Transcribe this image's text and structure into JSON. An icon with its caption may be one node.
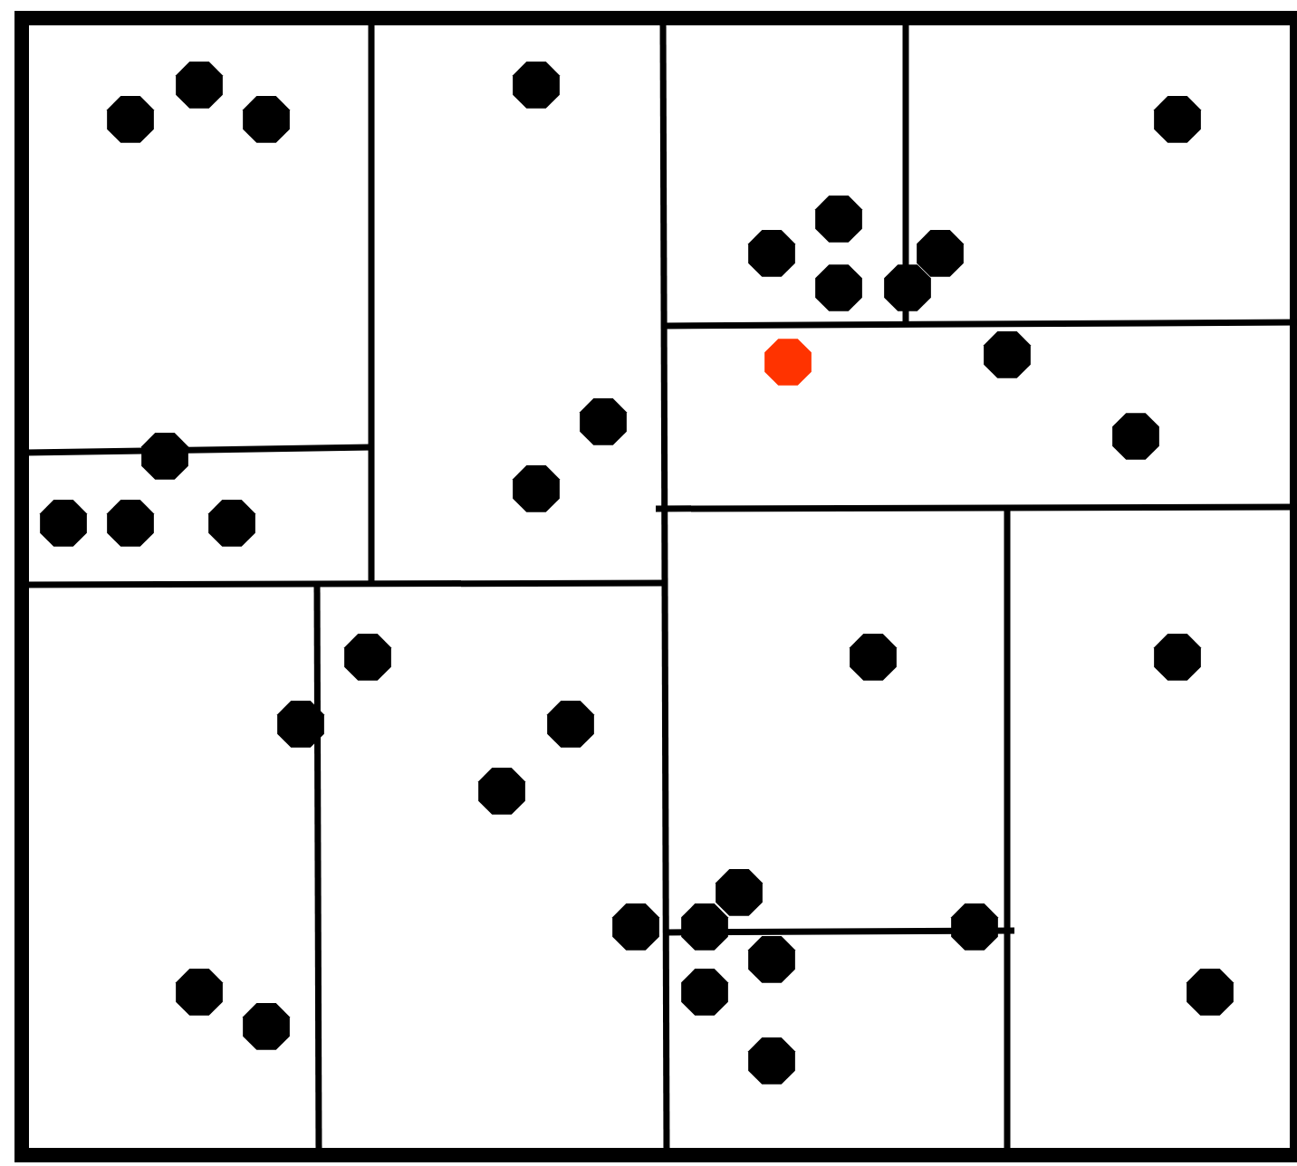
{
  "diagram": {
    "nodes": [
      {
        "text": [],
        "shape": "octagon"
      },
      {
        "text": [],
        "shape": "octagon"
      },
      {
        "text": [],
        "shape": "octagon"
      },
      {
        "text": [],
        "shape": "octagon"
      },
      {
        "text": [],
        "shape": "octagon"
      },
      {
        "text": [],
        "shape": "octagon"
      },
      {
        "text": [],
        "shape": "octagon"
      },
      {
        "text": [],
        "shape": "octagon"
      },
      {
        "text": [],
        "shape": "octagon"
      },
      {
        "text": [],
        "shape": "octagon"
      },
      {
        "text": [],
        "shape": "octagon"
      },
      {
        "text": [],
        "shape": "octagon"
      },
      {
        "text": [],
        "shape": "octagon"
      },
      {
        "text": [],
        "shape": "octagon"
      },
      {
        "text": [],
        "shape": "octagon"
      },
      {
        "text": [],
        "shape": "octagon"
      },
      {
        "text": [],
        "shape": "octagon"
      },
      {
        "text": [],
        "shape": "octagon"
      },
      {
        "text": [],
        "shape": "octagon"
      },
      {
        "text": [],
        "shape": "octagon"
      },
      {
        "text": [],
        "shape": "octagon"
      },
      {
        "text": [],
        "shape": "octagon"
      },
      {
        "text": [],
        "shape": "octagon"
      },
      {
        "text": [],
        "shape": "octagon"
      },
      {
        "text": [],
        "shape": "octagon"
      },
      {
        "text": [],
        "shape": "octagon"
      },
      {
        "text": [],
        "shape": "octagon"
      },
      {
        "text": [],
        "shape": "octagon"
      },
      {
        "text": [],
        "shape": "octagon"
      },
      {
        "text": [],
        "shape": "octagon"
      },
      {
        "text": [],
        "shape": "octagon"
      },
      {
        "text": [],
        "shape": "octagon"
      },
      {
        "text": [],
        "shape": "octagon"
      },
      {
        "text": [],
        "shape": "octagon"
      },
      {
        "text": [],
        "shape": "octagon"
      }
    ]
  }
}
